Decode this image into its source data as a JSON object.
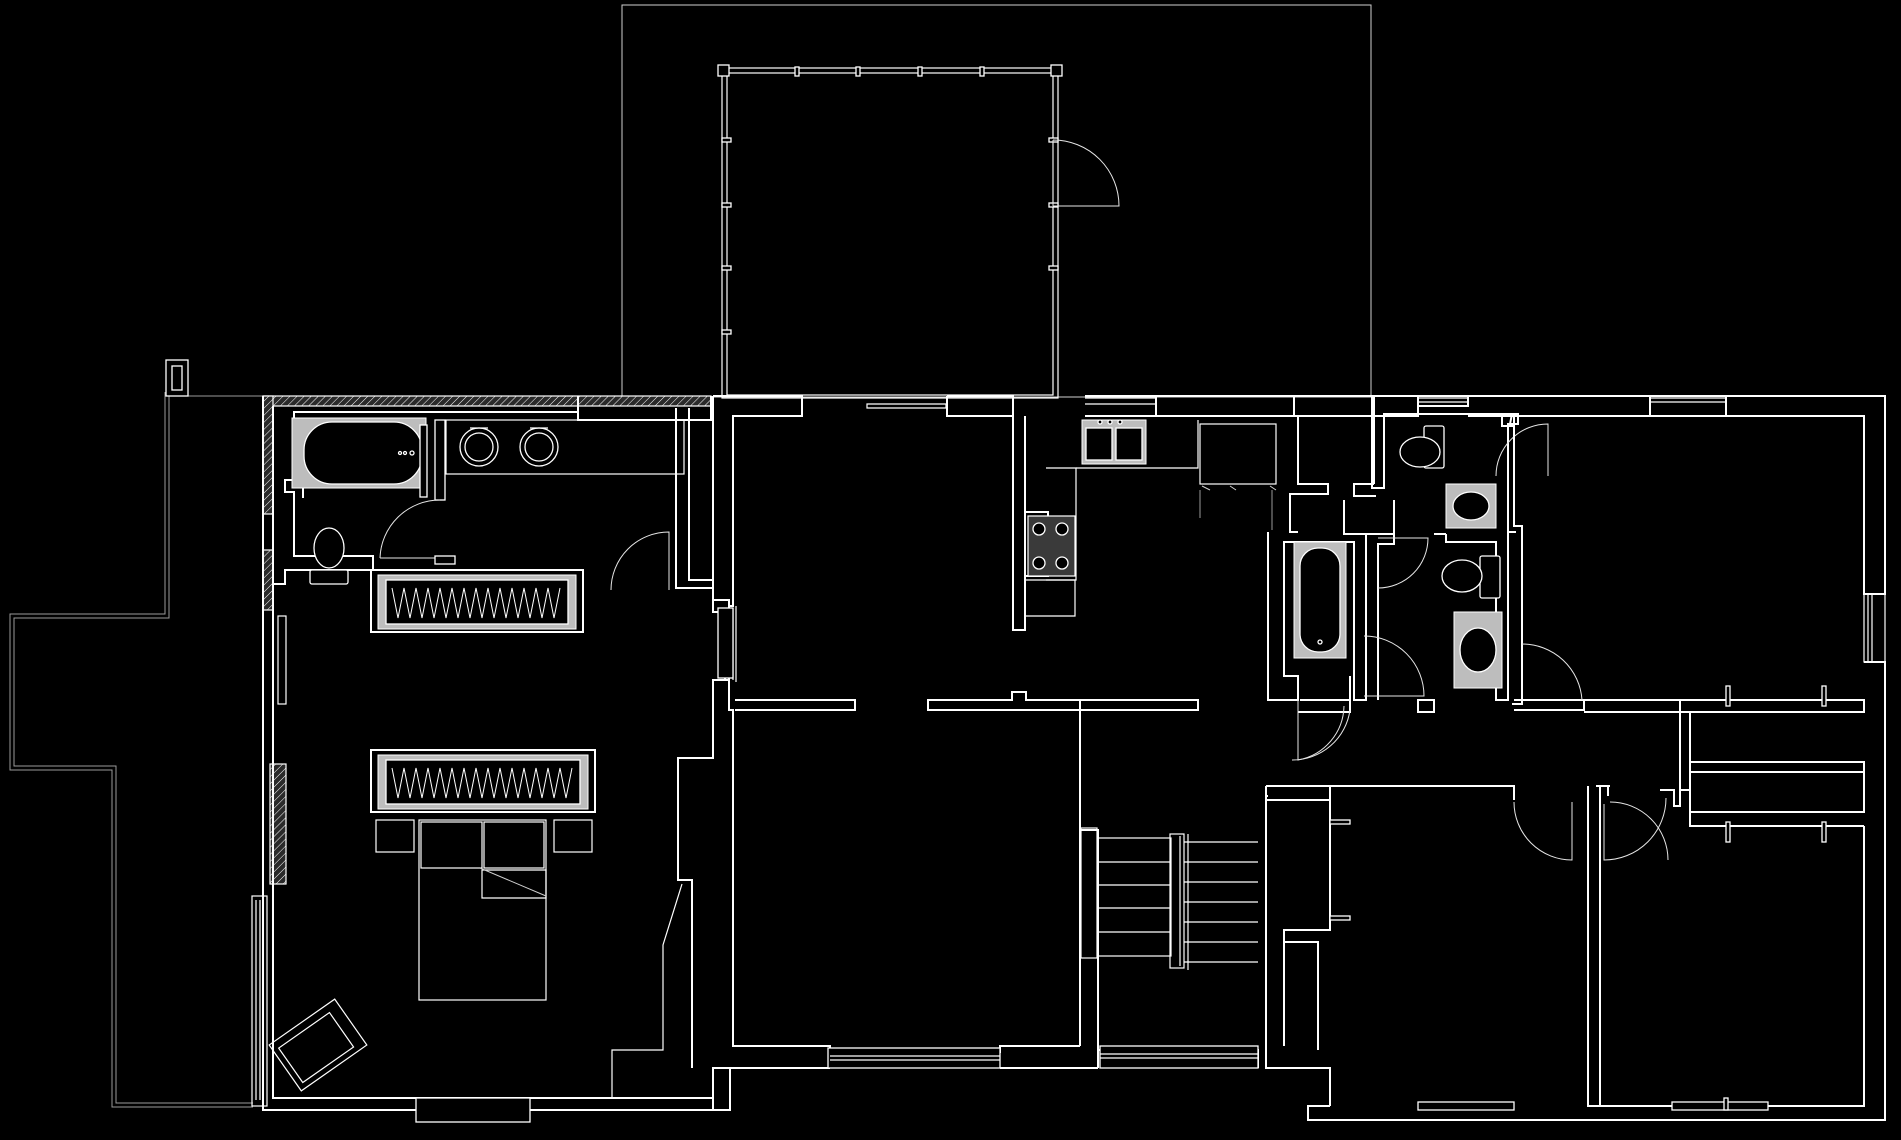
{
  "drawing": {
    "background": "#000000",
    "line_color": "#ffffff",
    "fixture_fill": "#bdbdbd"
  },
  "rooms": [
    {
      "id": "porch",
      "icon": "porch"
    },
    {
      "id": "master-bathroom",
      "icon": "bathtub-icon"
    },
    {
      "id": "master-bedroom",
      "icon": "bed-icon"
    },
    {
      "id": "living-room",
      "icon": "room"
    },
    {
      "id": "kitchen",
      "icon": "sink-icon"
    },
    {
      "id": "hall-bathroom",
      "icon": "toilet-icon"
    },
    {
      "id": "bedroom-2",
      "icon": "room"
    },
    {
      "id": "bedroom-3",
      "icon": "room"
    },
    {
      "id": "bedroom-4",
      "icon": "room"
    },
    {
      "id": "stairs",
      "icon": "stairs-icon"
    },
    {
      "id": "deck",
      "icon": "deck"
    }
  ]
}
